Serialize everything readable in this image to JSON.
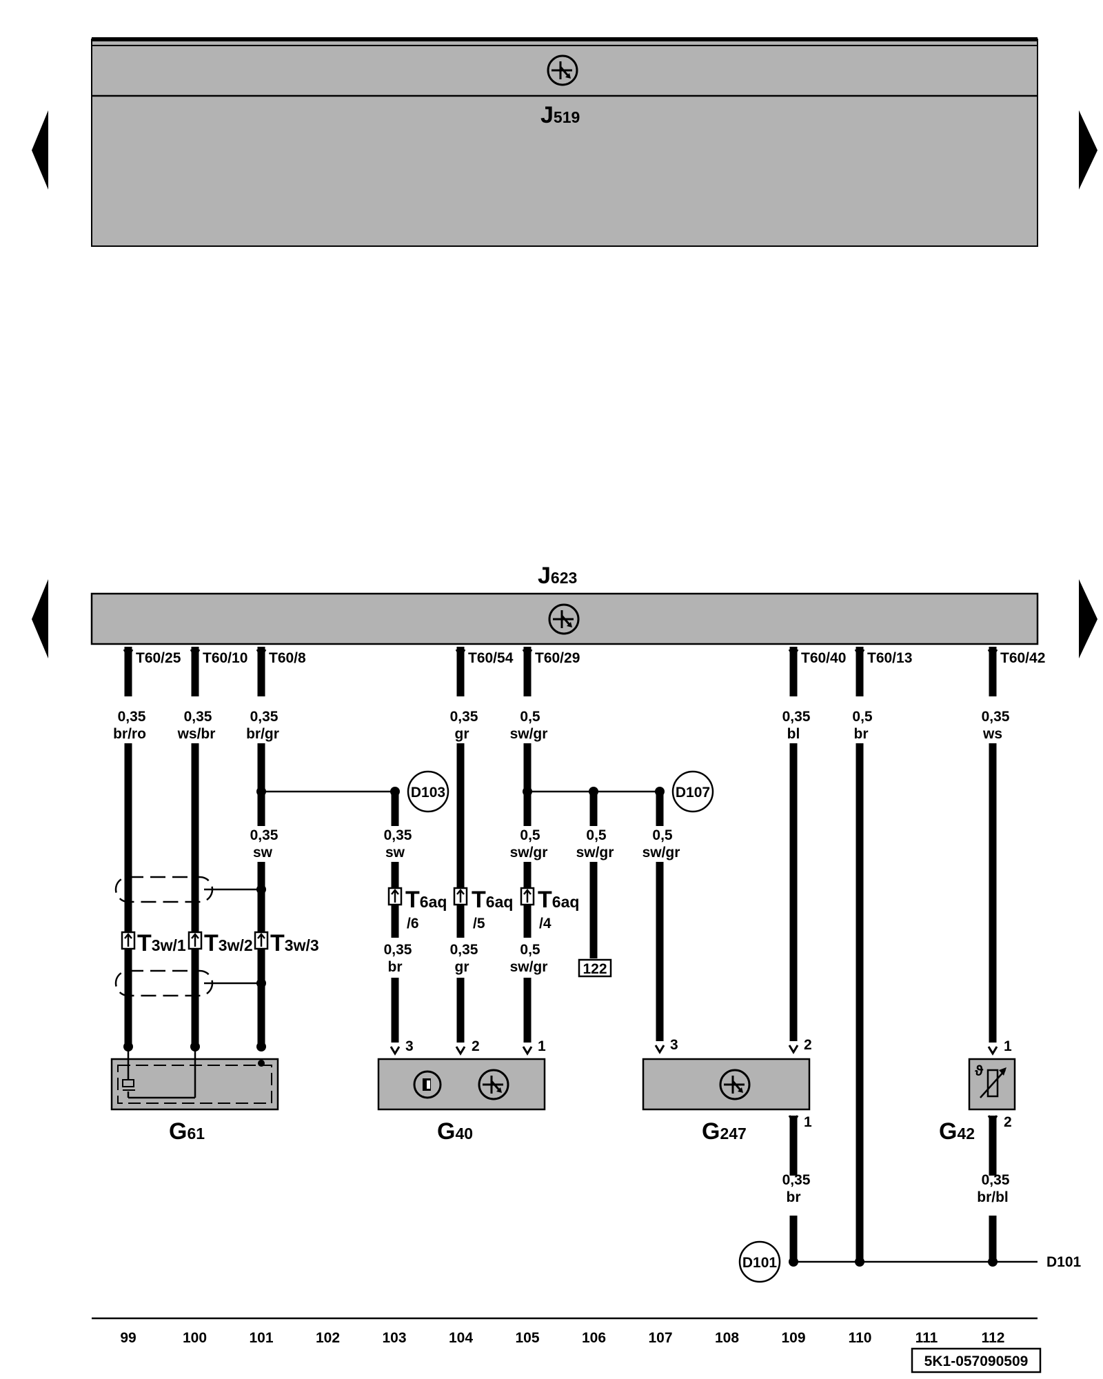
{
  "modules": {
    "j519": {
      "main": "J",
      "sub": "519"
    },
    "j623": {
      "main": "J",
      "sub": "623"
    }
  },
  "connectors": {
    "t6025": "T60/25",
    "t6010": "T60/10",
    "t608": "T60/8",
    "t6054": "T60/54",
    "t6029": "T60/29",
    "t6040": "T60/40",
    "t6013": "T60/13",
    "t6042": "T60/42"
  },
  "wires": {
    "w99": {
      "size": "0,35",
      "color": "br/ro"
    },
    "w100": {
      "size": "0,35",
      "color": "ws/br"
    },
    "w101a": {
      "size": "0,35",
      "color": "br/gr"
    },
    "w101b": {
      "size": "0,35",
      "color": "sw"
    },
    "w103a": {
      "size": "0,35",
      "color": "sw"
    },
    "w103b": {
      "size": "0,35",
      "color": "br"
    },
    "w104a": {
      "size": "0,35",
      "color": "gr"
    },
    "w104b": {
      "size": "0,35",
      "color": "gr"
    },
    "w105a": {
      "size": "0,5",
      "color": "sw/gr"
    },
    "w105b": {
      "size": "0,5",
      "color": "sw/gr"
    },
    "w105c": {
      "size": "0,5",
      "color": "sw/gr"
    },
    "w106": {
      "size": "0,5",
      "color": "sw/gr"
    },
    "w107": {
      "size": "0,5",
      "color": "sw/gr"
    },
    "w109a": {
      "size": "0,35",
      "color": "bl"
    },
    "w109b": {
      "size": "0,35",
      "color": "br"
    },
    "w110": {
      "size": "0,5",
      "color": "br"
    },
    "w112a": {
      "size": "0,35",
      "color": "ws"
    },
    "w112b": {
      "size": "0,35",
      "color": "br/bl"
    }
  },
  "splices": {
    "d103": "D103",
    "d107": "D107",
    "d101": "D101",
    "d101_right": "D101"
  },
  "t3w": {
    "main": "T",
    "sub1": "3w/1",
    "sub2": "3w/2",
    "sub3": "3w/3"
  },
  "t6aq": {
    "main": "T",
    "sub": "6aq",
    "p6": "/6",
    "p5": "/5",
    "p4": "/4"
  },
  "ref_box": "122",
  "components": {
    "g61": {
      "main": "G",
      "sub": "61"
    },
    "g40": {
      "main": "G",
      "sub": "40",
      "pin3": "3",
      "pin2": "2",
      "pin1": "1"
    },
    "g247": {
      "main": "G",
      "sub": "247",
      "pin3": "3",
      "pin2": "2",
      "pin1": "1"
    },
    "g42": {
      "main": "G",
      "sub": "42",
      "pin1": "1",
      "pin2": "2"
    }
  },
  "tracks": [
    "99",
    "100",
    "101",
    "102",
    "103",
    "104",
    "105",
    "106",
    "107",
    "108",
    "109",
    "110",
    "111",
    "112"
  ],
  "doc_id": "5K1-057090509"
}
